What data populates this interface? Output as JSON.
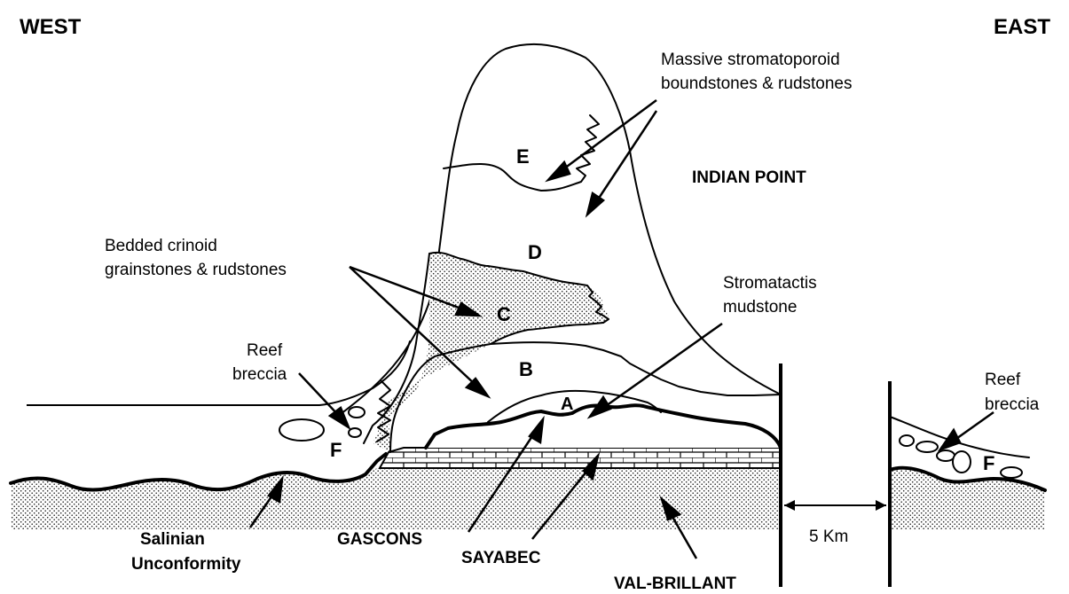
{
  "sides": {
    "west": "WEST",
    "east": "EAST"
  },
  "site": "INDIAN POINT",
  "units": {
    "A": "A",
    "B": "B",
    "C": "C",
    "D": "D",
    "E": "E",
    "F_west": "F",
    "F_east": "F"
  },
  "annotations": {
    "massive_line1": "Massive stromatoporoid",
    "massive_line2": "boundstones & rudstones",
    "bedded_line1": "Bedded crinoid",
    "bedded_line2": "grainstones & rudstones",
    "stroma_line1": "Stromatactis",
    "stroma_line2": "mudstone",
    "reef_breccia_w_line1": "Reef",
    "reef_breccia_w_line2": "breccia",
    "reef_breccia_e_line1": "Reef",
    "reef_breccia_e_line2": "breccia"
  },
  "formations": {
    "salinian_line1": "Salinian",
    "salinian_line2": "Unconformity",
    "gascons": "GASCONS",
    "sayabec": "SAYABEC",
    "val_brillant": "VAL-BRILLANT"
  },
  "scale": {
    "label": "5 Km"
  }
}
